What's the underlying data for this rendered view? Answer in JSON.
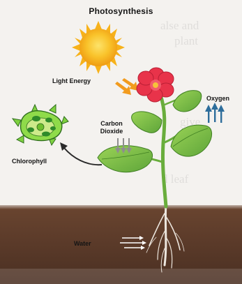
{
  "diagram": {
    "title": "Photosynthesis",
    "labels": {
      "light_energy": "Light Energy",
      "oxygen": "Oxygen",
      "carbon_dioxide": "Carbon Dioxide",
      "chlorophyll": "Chlorophyll",
      "water": "Water"
    },
    "colors": {
      "sun": "#f7b21a",
      "flower": "#e8334a",
      "leaf": "#7fc341",
      "soil": "#5a3a28",
      "oxygen_arrows": "#2d6d9b",
      "root": "#e9e3dc"
    }
  }
}
